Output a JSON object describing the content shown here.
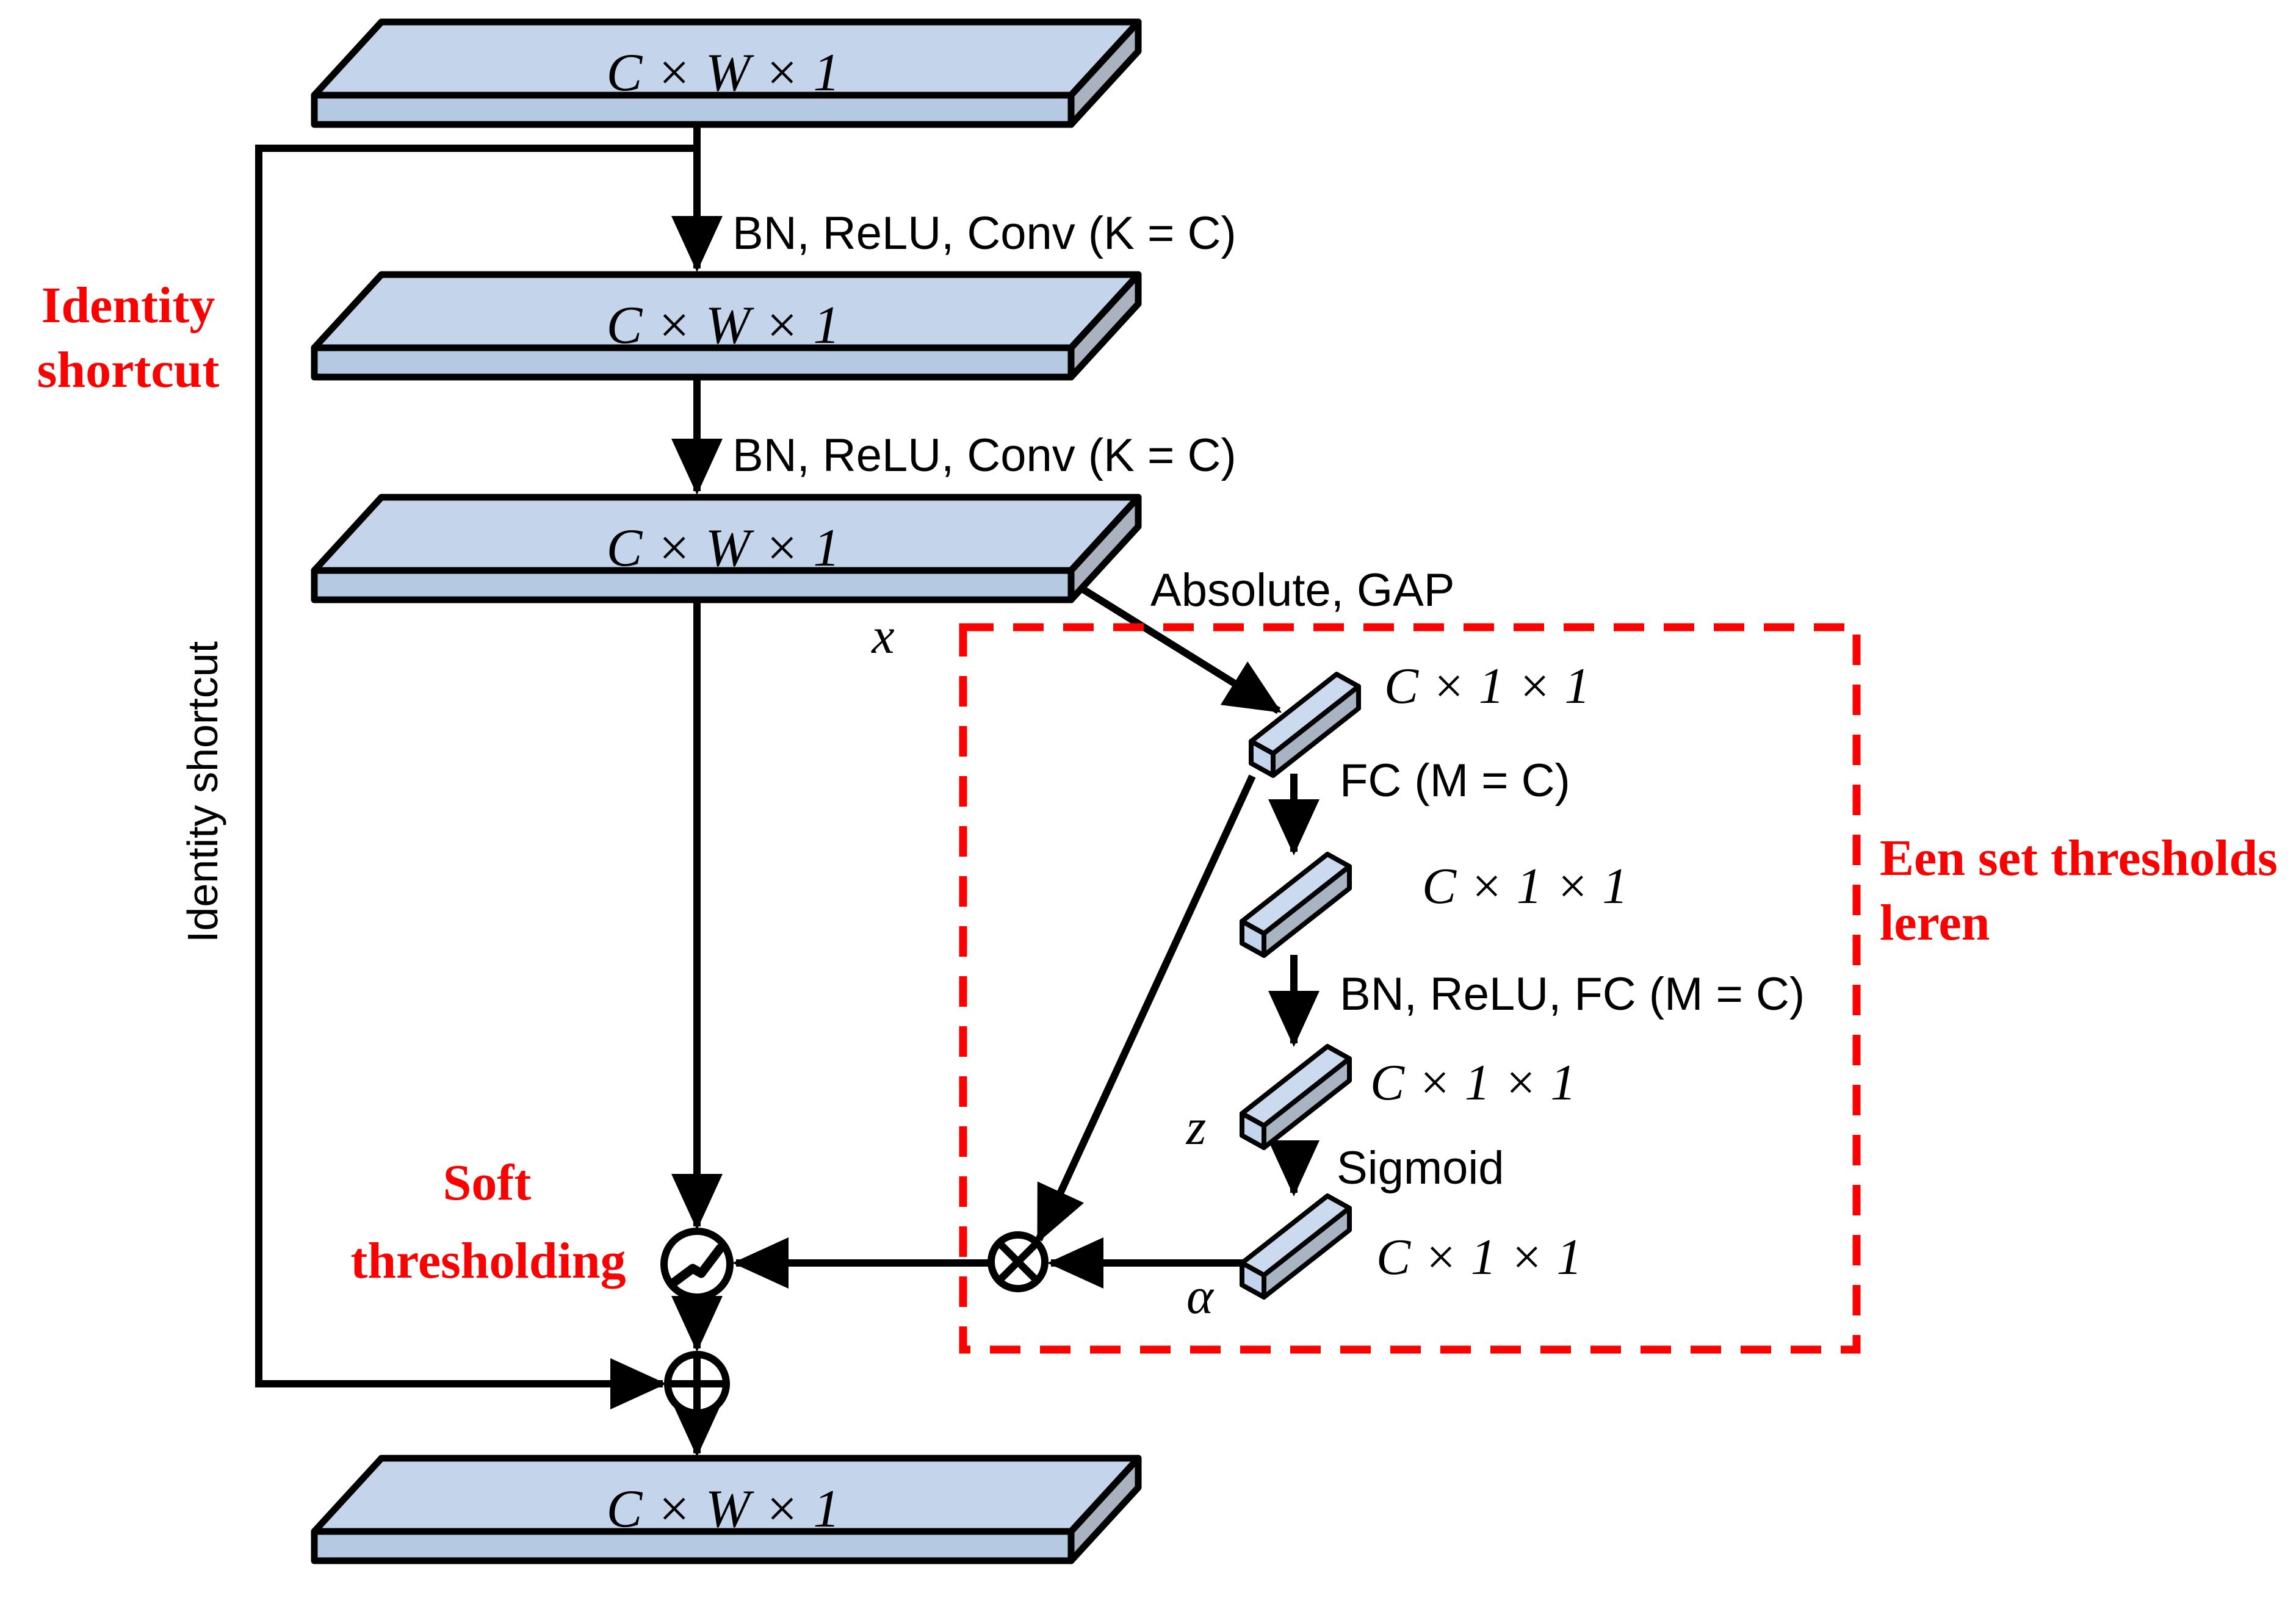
{
  "colors": {
    "background": "#ffffff",
    "black": "#000000",
    "red": "#f80202",
    "slab_top": "#c4d4eb",
    "slab_front": "#b6c9e2",
    "slab_side": "#a9b2be",
    "bar_top": "#ccdaf0",
    "bar_front": "#a9b4c2",
    "bar_cap": "#c3d5ee"
  },
  "tensors": {
    "feature_map": "C × W × 1",
    "vector": "C × 1 × 1"
  },
  "ops": {
    "bn_relu_conv": "BN, ReLU, Conv (K = C)",
    "absolute_gap": "Absolute, GAP",
    "fc": "FC (M = C)",
    "bn_relu_fc": "BN, ReLU, FC (M = C)",
    "sigmoid": "Sigmoid"
  },
  "vars": {
    "x": "x",
    "z": "z",
    "alpha": "α"
  },
  "annotations": {
    "identity_shortcut": {
      "line1": "Identity",
      "line2": "shortcut"
    },
    "identity_shortcut_rotated": "Identity shortcut",
    "soft_thresholding": {
      "line1": "Soft",
      "line2": "thresholding"
    },
    "threshold_block": {
      "line1": "Een set thresholds",
      "line2": "leren"
    }
  },
  "operators": {
    "multiply": "element-wise multiply",
    "add": "element-wise add",
    "soft_threshold": "soft-threshold"
  }
}
